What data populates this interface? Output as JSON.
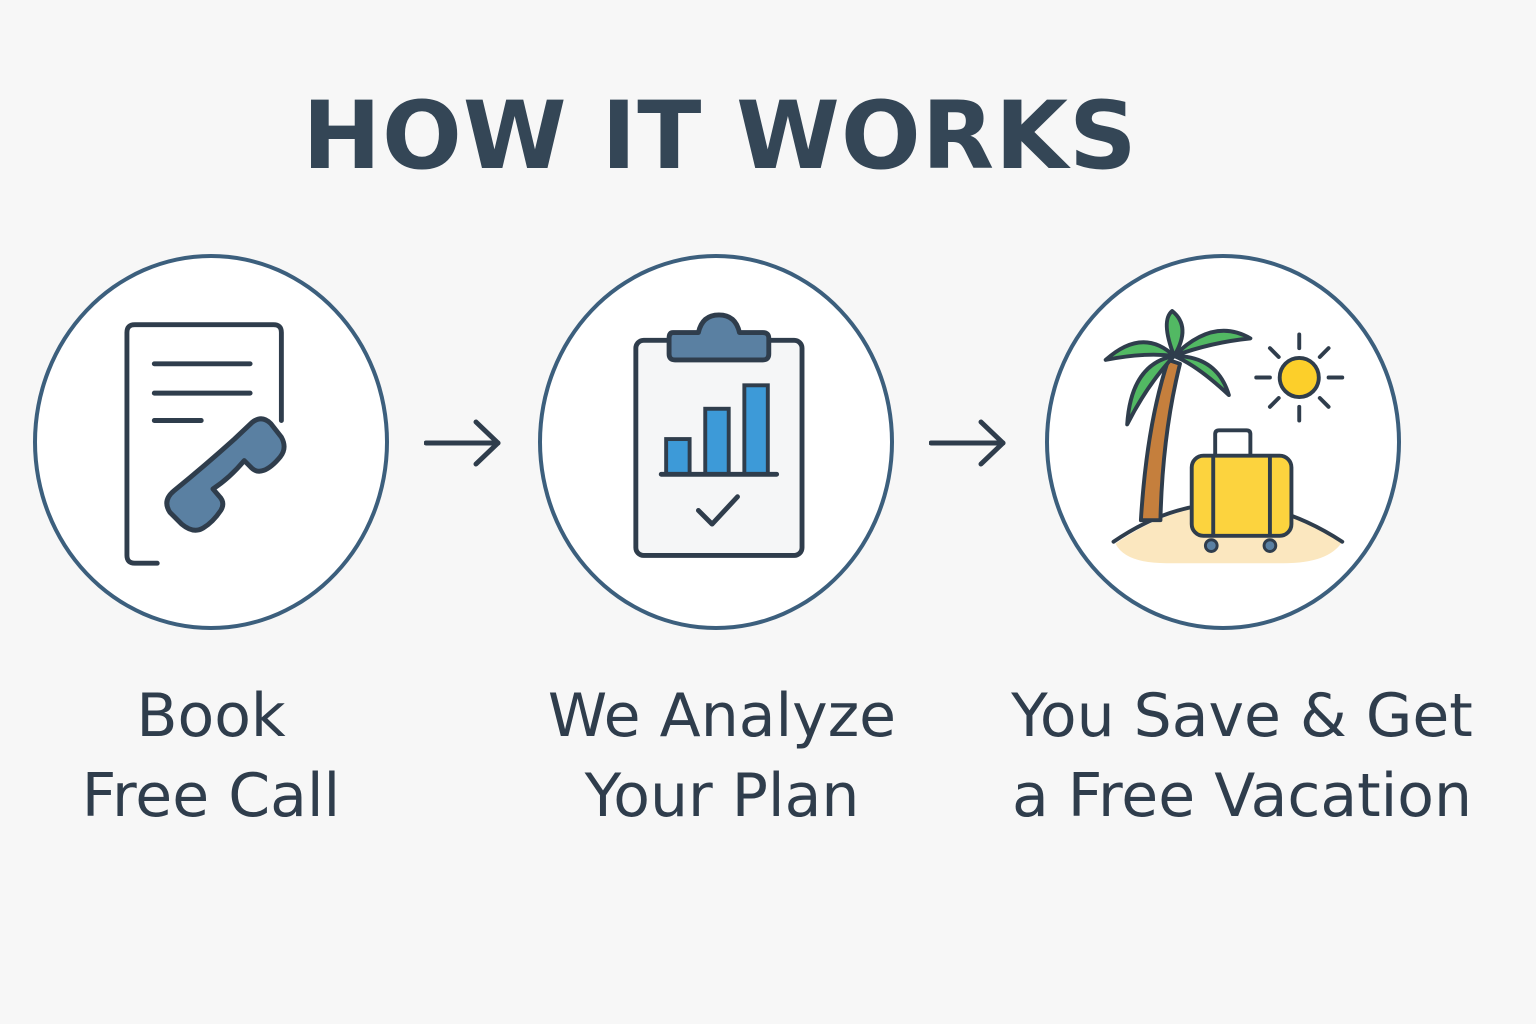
{
  "title": "HOW IT WORKS",
  "colors": {
    "outline": "#3c5f7d",
    "ink": "#2f3d4c",
    "phone": "#5a80a2",
    "bar": "#3d9ad8",
    "palm": "#52b963",
    "trunk": "#c57f3d",
    "sun": "#fccf2a",
    "suitcase": "#fcd33e",
    "sand": "#fbe7bf"
  },
  "steps": [
    {
      "icon": "document-phone-icon",
      "line1": "Book",
      "line2": "Free Call"
    },
    {
      "icon": "clipboard-chart-icon",
      "line1": "We Analyze",
      "line2": "Your Plan"
    },
    {
      "icon": "beach-vacation-icon",
      "line1": "You Save & Get",
      "line2": "a Free Vacation"
    }
  ],
  "arrows": [
    {
      "icon": "arrow-right-icon"
    },
    {
      "icon": "arrow-right-icon"
    }
  ]
}
